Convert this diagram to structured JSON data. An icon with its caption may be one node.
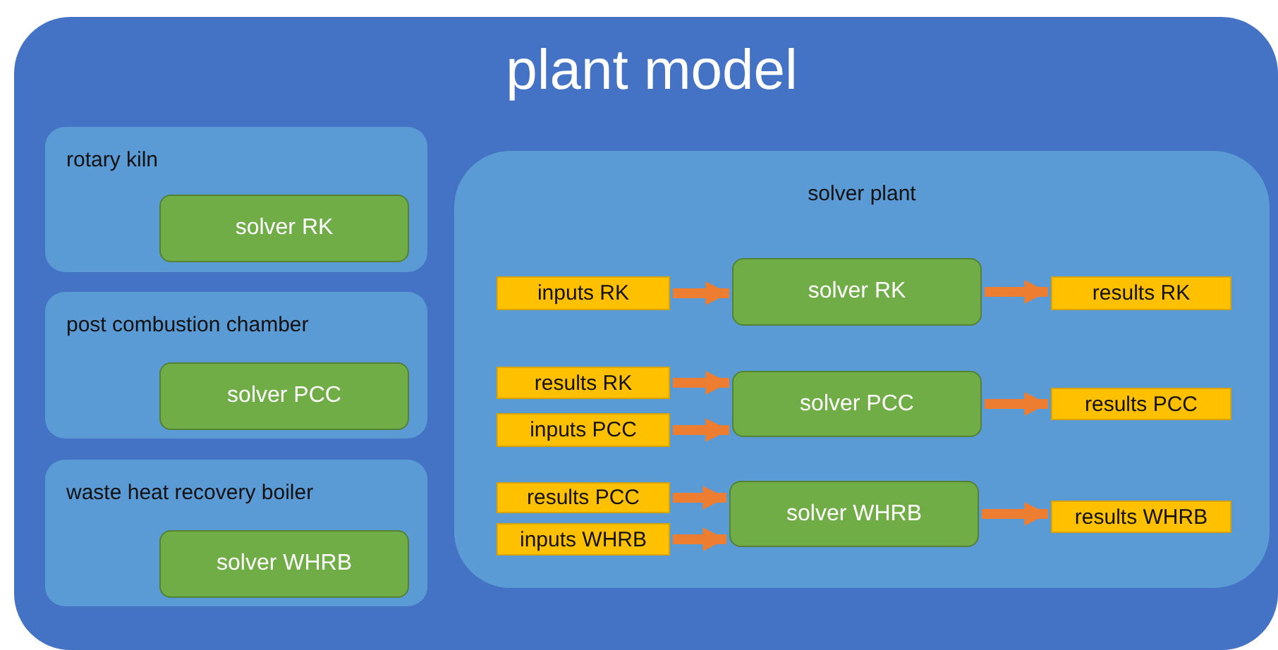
{
  "diagram": {
    "nodes": [
      {
        "text": [
          "plant model"
        ]
      },
      {
        "text": [
          "rotary kiln"
        ],
        "in": 0
      },
      {
        "text": [
          "solver RK"
        ],
        "in": 1
      },
      {
        "text": [
          "post combustion chamber"
        ],
        "in": 0
      },
      {
        "text": [
          "solver PCC"
        ],
        "in": 3
      },
      {
        "text": [
          "waste heat recovery boiler"
        ],
        "in": 0
      },
      {
        "text": [
          "solver WHRB"
        ],
        "in": 5
      },
      {
        "text": [
          "solver plant"
        ],
        "in": 0
      },
      {
        "text": [
          "inputs RK"
        ],
        "in": 7
      },
      {
        "text": [
          "solver RK"
        ],
        "in": 7
      },
      {
        "text": [
          "results RK"
        ],
        "in": 7
      },
      {
        "text": [
          "results RK"
        ],
        "in": 7
      },
      {
        "text": [
          "inputs PCC"
        ],
        "in": 7
      },
      {
        "text": [
          "solver PCC"
        ],
        "in": 7
      },
      {
        "text": [
          "results PCC"
        ],
        "in": 7
      },
      {
        "text": [
          "results PCC"
        ],
        "in": 7
      },
      {
        "text": [
          "inputs WHRB"
        ],
        "in": 7
      },
      {
        "text": [
          "solver WHRB"
        ],
        "in": 7
      },
      {
        "text": [
          "results WHRB"
        ],
        "in": 7
      }
    ],
    "edges": [
      {
        "from": 8,
        "to": 9,
        "arrow": "to"
      },
      {
        "from": 9,
        "to": 10,
        "arrow": "to"
      },
      {
        "from": 11,
        "to": 13,
        "arrow": "to"
      },
      {
        "from": 12,
        "to": 13,
        "arrow": "to"
      },
      {
        "from": 13,
        "to": 14,
        "arrow": "to"
      },
      {
        "from": 15,
        "to": 17,
        "arrow": "to"
      },
      {
        "from": 16,
        "to": 17,
        "arrow": "to"
      },
      {
        "from": 17,
        "to": 18,
        "arrow": "to"
      }
    ]
  }
}
